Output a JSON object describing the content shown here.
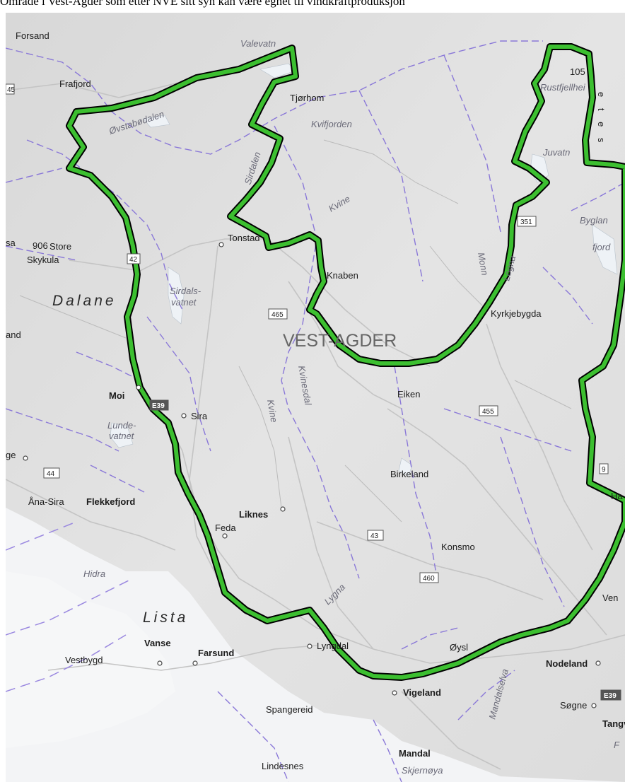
{
  "caption": "Område i Vest-Agder som etter NVE sitt syn kan være egnet til vindkraftproduksjon",
  "colors": {
    "boundary": "#3cbf30",
    "boundary_outline": "#000000",
    "admin_lines": "#8a78d8",
    "roads": "#bdbdbd",
    "water": "#e6ecf2"
  },
  "labels": {
    "forsand": "Forsand",
    "valevatn": "Valevatn",
    "frafjord": "Frafjord",
    "tjorhom": "Tjørhom",
    "ovstabodalen": "Øvstabødalen",
    "kvifjorden": "Kvifjorden",
    "rustfjell": "Rustfjellhei",
    "juvatn": "Juvatn",
    "sirdalen": "Sirdalen",
    "kvine": "Kvine",
    "tonstad": "Tonstad",
    "bygland": "Byglan",
    "fjord": "fjord",
    "store_skykula": "Store",
    "skykula": "Skykula",
    "peak_906": "906",
    "peak_105": "105",
    "sa": "sa",
    "knaben": "Knaben",
    "dalane": "Dalane",
    "sirdalsvatnet_1": "Sirdals-",
    "sirdalsvatnet_2": "vatnet",
    "monn": "Monn",
    "logna": "Logna",
    "kyrkjebygda": "Kyrkjebygda",
    "and": "and",
    "vest_agder": "VEST-AGDER",
    "kvinesdal": "Kvinesdal",
    "eiken": "Eiken",
    "moi": "Moi",
    "sira": "Sira",
    "kvine2": "Kvine",
    "lundevatnet_1": "Lunde-",
    "lundevatnet_2": "vatnet",
    "ge": "ge",
    "birkeland": "Birkeland",
    "ana_sira": "Åna-Sira",
    "flekkefjord": "Flekkefjord",
    "liknes": "Liknes",
    "feda": "Feda",
    "ha": "Ha",
    "konsmo": "Konsmo",
    "hidra": "Hidra",
    "lygna": "Lygna",
    "ven": "Ven",
    "lista": "Lista",
    "vanse": "Vanse",
    "farsund": "Farsund",
    "lyngdal": "Lyngdal",
    "oyslebo": "Øysl",
    "vestbygd": "Vestbygd",
    "nodeland": "Nodeland",
    "mandalselva": "Mandalselva",
    "vigeland": "Vigeland",
    "spangereid": "Spangereid",
    "sogne": "Søgne",
    "tangv": "Tangv",
    "mandal": "Mandal",
    "lindesnes": "Lindesnes",
    "skjernoya": "Skjernøya",
    "ete": "e t e s",
    "f": "F"
  },
  "road_shields": {
    "r45": "45",
    "r42": "42",
    "r465": "465",
    "r455": "455",
    "r44": "44",
    "r43": "43",
    "r460": "460",
    "r351": "351",
    "r9": "9",
    "e39a": "E39",
    "e39b": "E39"
  }
}
